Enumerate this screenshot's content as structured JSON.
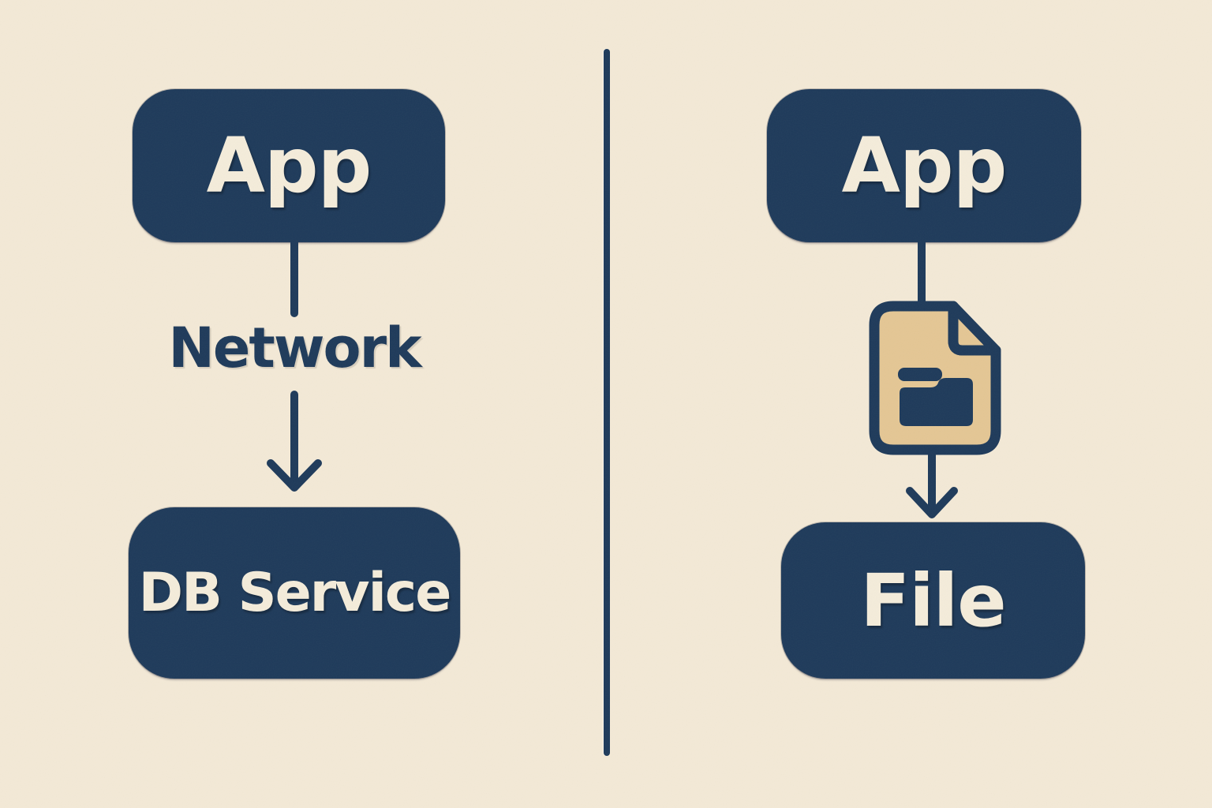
{
  "title": "Network service access versus direct file access comparison diagram",
  "colors": {
    "bg": "#f3e9d6",
    "navy": "#1e3a5a",
    "cream": "#f4ecda",
    "tan": "#e4c694"
  },
  "left_panel": {
    "top_node_label": "App",
    "edge_label": "Network",
    "bottom_node_label": "DB Service"
  },
  "right_panel": {
    "top_node_label": "App",
    "edge_icon": "file-document-with-folder-icon",
    "bottom_node_label": "File"
  }
}
